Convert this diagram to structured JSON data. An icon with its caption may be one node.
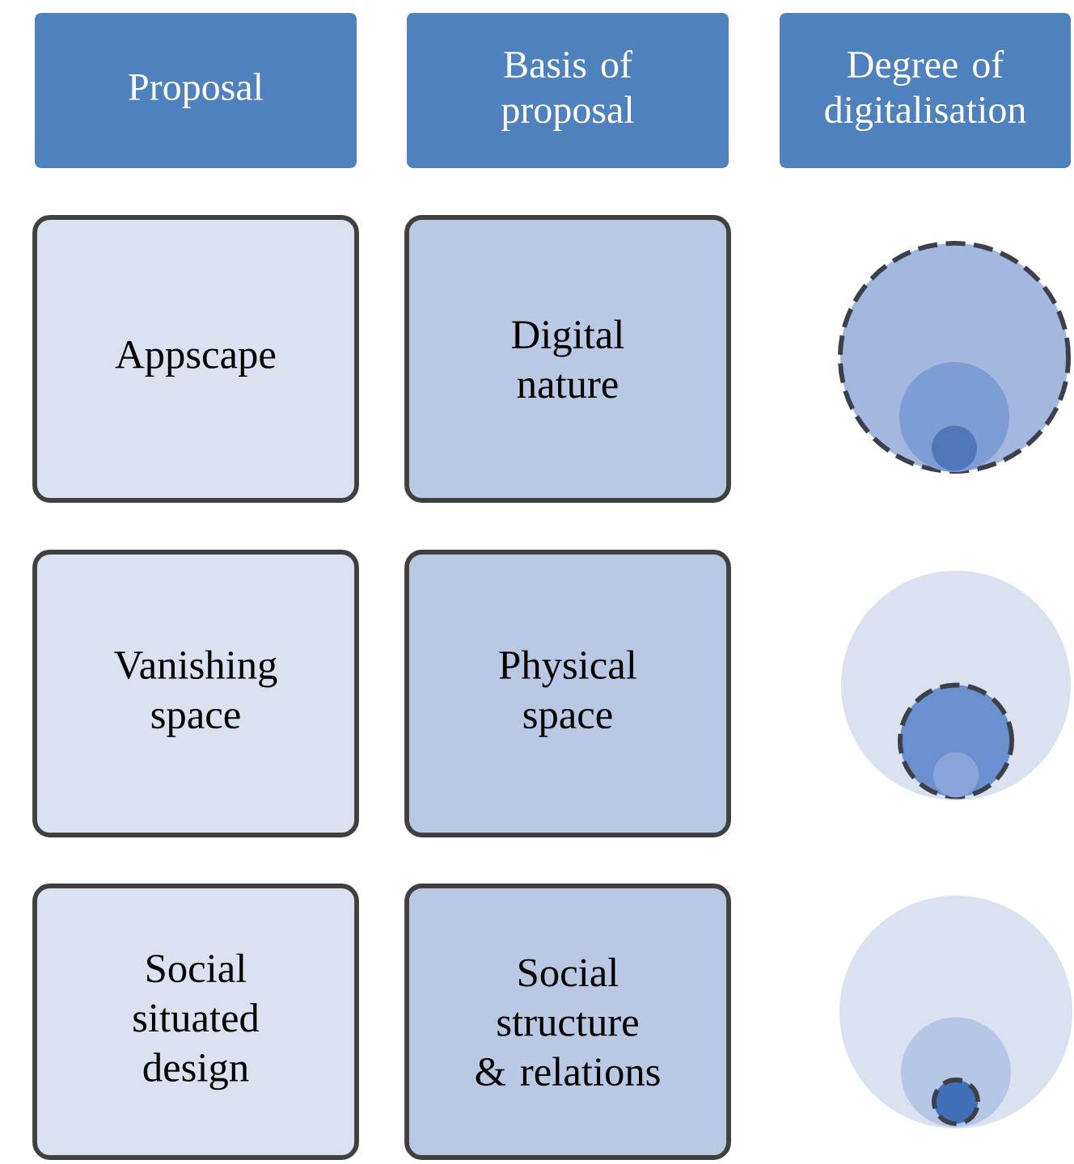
{
  "diagram": {
    "nodes": [
      {
        "text": [
          "Proposal"
        ]
      },
      {
        "text": [
          "Basis of proposal"
        ]
      },
      {
        "text": [
          "Degree of digitalisation"
        ]
      },
      {
        "text": [
          "Appscape"
        ]
      },
      {
        "text": [
          "Digital nature"
        ]
      },
      {
        "text": [],
        "shape": "circle"
      },
      {
        "text": [],
        "shape": "circle",
        "in": 5
      },
      {
        "text": [],
        "shape": "circle",
        "in": 6
      },
      {
        "text": [
          "Vanishing space"
        ]
      },
      {
        "text": [
          "Physical space"
        ]
      },
      {
        "text": [],
        "shape": "circle"
      },
      {
        "text": [],
        "shape": "circle",
        "in": 10
      },
      {
        "text": [],
        "shape": "circle",
        "in": 11
      },
      {
        "text": [
          "Social situated design"
        ]
      },
      {
        "text": [
          "Social structure & relations"
        ]
      },
      {
        "text": [],
        "shape": "circle"
      },
      {
        "text": [],
        "shape": "circle",
        "in": 15
      },
      {
        "text": [],
        "shape": "circle",
        "in": 16
      }
    ]
  }
}
